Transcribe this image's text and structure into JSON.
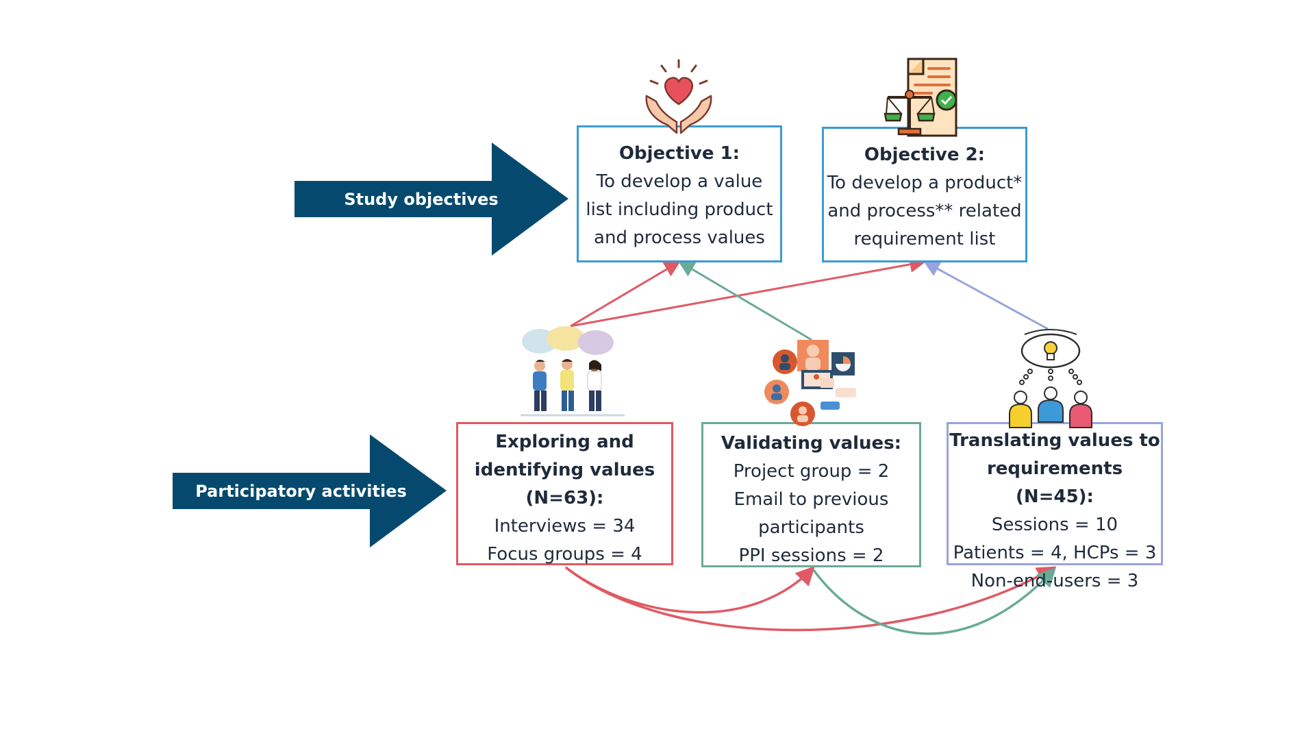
{
  "row_labels": {
    "study_objectives": "Study objectives",
    "participatory_activities": "Participatory activities"
  },
  "objectives": [
    {
      "title": "Objective 1:",
      "lines": [
        "To develop a value",
        "list including product",
        "and process values"
      ]
    },
    {
      "title": "Objective 2:",
      "lines": [
        "To develop a product*",
        "and process** related",
        "requirement list"
      ]
    }
  ],
  "activities": [
    {
      "title_lines": [
        "Exploring and",
        "identifying values",
        "(N=63):"
      ],
      "lines": [
        "Interviews = 34",
        "Focus groups = 4"
      ]
    },
    {
      "title_lines": [
        "Validating values:"
      ],
      "lines": [
        "Project group = 2",
        "Email to previous",
        "participants",
        "PPI sessions = 2"
      ]
    },
    {
      "title_lines": [
        "Translating values to",
        "requirements (N=45):"
      ],
      "lines": [
        "Sessions = 10",
        "Patients = 4, HCPs = 3",
        "Non-end-users = 3"
      ]
    }
  ],
  "colors": {
    "arrow_fill": "#054a6e",
    "objective_border": "#3a9bd5",
    "explore_color": "#e05a63",
    "validate_color": "#6aaa98",
    "translate_color": "#9aa3dd"
  },
  "icons": {
    "objective_1": "hands-heart-icon",
    "objective_2": "scales-document-icon",
    "explore": "people-discussion-icon",
    "validate": "video-meeting-icon",
    "translate": "idea-team-icon"
  }
}
